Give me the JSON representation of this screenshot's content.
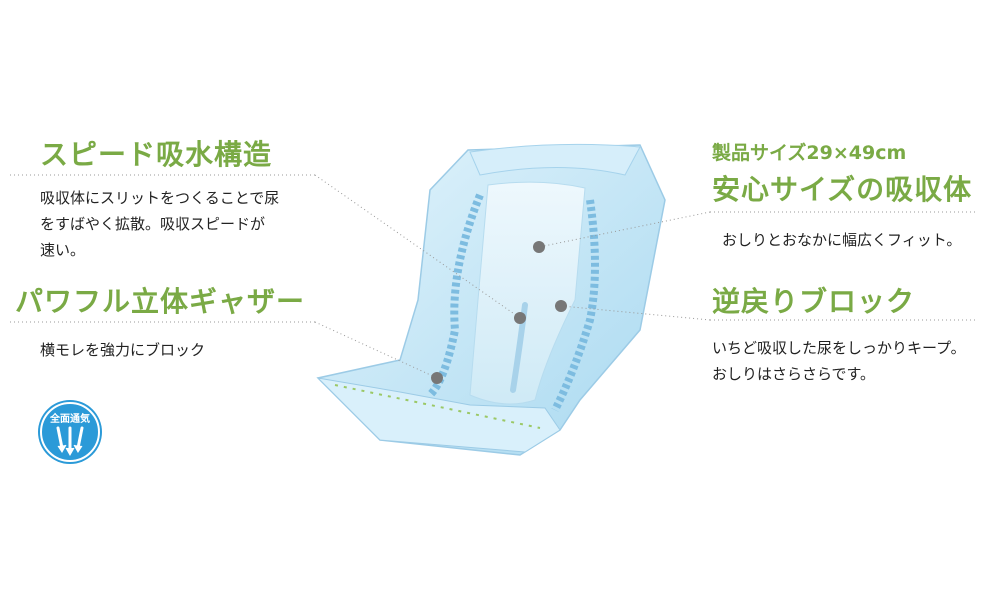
{
  "features": {
    "speed": {
      "title": "スピード吸水構造",
      "desc_lines": [
        "吸収体にスリットをつくることで尿",
        "をすばやく拡散。吸収スピードが",
        "速い。"
      ]
    },
    "gather": {
      "title": "パワフル立体ギャザー",
      "desc_lines": [
        "横モレを強力にブロック"
      ]
    },
    "size": {
      "subtitle": "製品サイズ29×49cm",
      "title": "安心サイズの吸収体",
      "desc_lines": [
        "おしりとおなかに幅広くフィット。"
      ]
    },
    "backflow": {
      "title": "逆戻りブロック",
      "desc_lines": [
        "いちど吸収した尿をしっかりキープ。",
        "おしりはさらさらです。"
      ]
    }
  },
  "badge": {
    "label": "全面通気"
  },
  "colors": {
    "accent_green": "#7aaa45",
    "badge_blue": "#2b9ad8",
    "pad_blue": "#bfe3f5"
  }
}
